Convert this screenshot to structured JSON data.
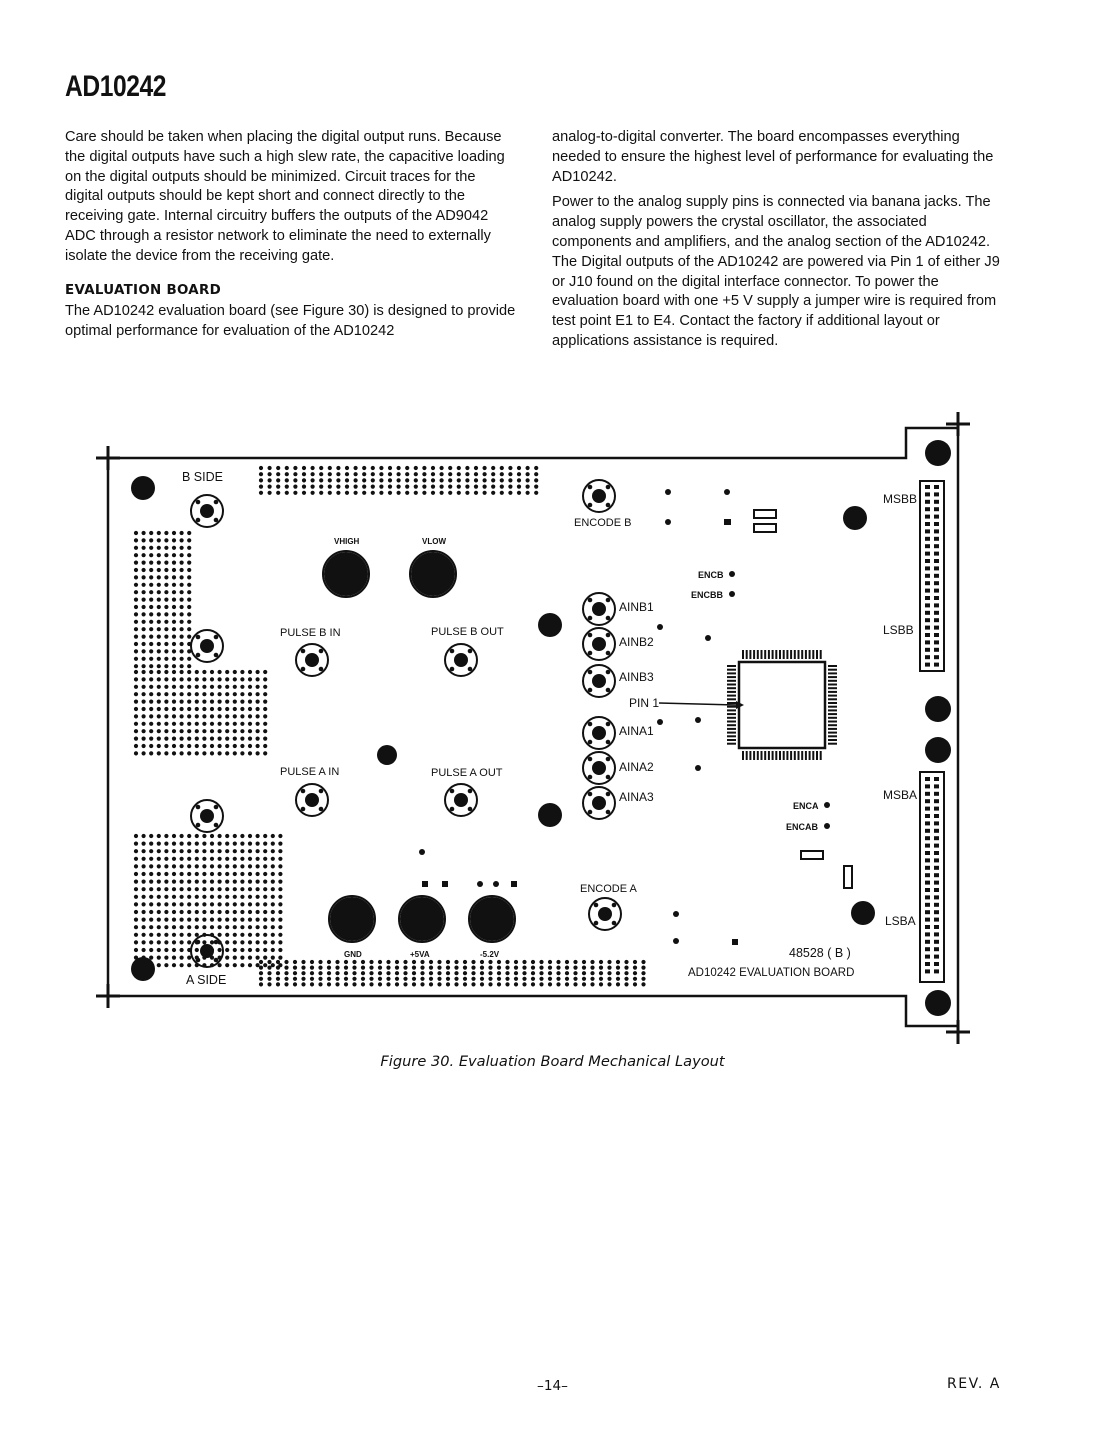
{
  "header": {
    "title": "AD10242"
  },
  "body": {
    "left_paragraph_1": "Care should be taken when placing the digital output runs. Because the digital outputs have such a high slew rate, the capacitive loading on the digital outputs should be minimized. Circuit traces for the digital outputs should be kept short and connect directly to the receiving gate.  Internal circuitry buffers the outputs of the AD9042 ADC through a resistor network to eliminate the need to externally isolate the device from the receiving gate.",
    "section_heading": "EVALUATION BOARD",
    "left_paragraph_2": "The AD10242 evaluation board (see Figure 30) is designed to provide optimal performance for evaluation of the AD10242",
    "right_paragraph_1": "analog-to-digital converter.  The board encompasses everything needed to ensure the highest level of performance for evaluating the AD10242.",
    "right_paragraph_2": "Power to the analog supply pins is connected via banana jacks. The analog supply powers the crystal oscillator, the associated components and amplifiers, and the analog section of the AD10242.  The Digital outputs of the AD10242 are powered via Pin 1 of either J9 or J10 found on the digital interface connector.  To power the evaluation board with one +5 V supply a jumper wire is required from test point E1 to E4.  Contact the factory if additional layout or applications assistance is required."
  },
  "figure": {
    "caption": "Figure 30.  Evaluation Board Mechanical Layout",
    "labels": {
      "b_side": "B SIDE",
      "a_side": "A SIDE",
      "encode_b": "ENCODE B",
      "encode_a": "ENCODE A",
      "vhigh": "VHIGH",
      "vlow": "VLOW",
      "pulse_b_in": "PULSE B IN",
      "pulse_b_out": "PULSE B OUT",
      "pulse_a_in": "PULSE A IN",
      "pulse_a_out": "PULSE A OUT",
      "ainb1": "AINB1",
      "ainb2": "AINB2",
      "ainb3": "AINB3",
      "aina1": "AINA1",
      "aina2": "AINA2",
      "aina3": "AINA3",
      "pin1": "PIN 1",
      "encb": "ENCB",
      "encbb": "ENCBB",
      "enca": "ENCA",
      "encab": "ENCAB",
      "msbb": "MSBB",
      "lsbb": "LSBB",
      "msba": "MSBA",
      "lsba": "LSBA",
      "gnd": "GND",
      "plus5va": "+5VA",
      "minus52v": "-5.2V",
      "board_number": "48528 ( B )",
      "board_name": "AD10242 EVALUATION BOARD"
    }
  },
  "footer": {
    "page": "–14–",
    "rev": "REV. A"
  }
}
